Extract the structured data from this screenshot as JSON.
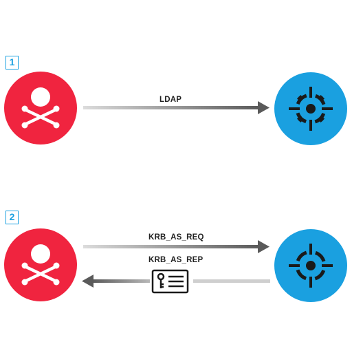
{
  "steps": [
    {
      "number": "1",
      "messages": [
        {
          "label": "LDAP",
          "direction": "attacker-to-target"
        }
      ]
    },
    {
      "number": "2",
      "messages": [
        {
          "label": "KRB_AS_REQ",
          "direction": "attacker-to-target"
        },
        {
          "label": "KRB_AS_REP",
          "direction": "target-to-attacker",
          "icon": "key-ticket-icon"
        }
      ]
    }
  ],
  "nodes": {
    "attacker": {
      "icon": "skull-crossbones-icon",
      "color": "#f0243f"
    },
    "target": {
      "icon": "crosshair-icon",
      "color": "#1aa0e0"
    }
  },
  "colors": {
    "arrow_dark": "#5f5f5f",
    "arrow_light": "#d9d9d9",
    "badge": "#1aa0e0"
  }
}
